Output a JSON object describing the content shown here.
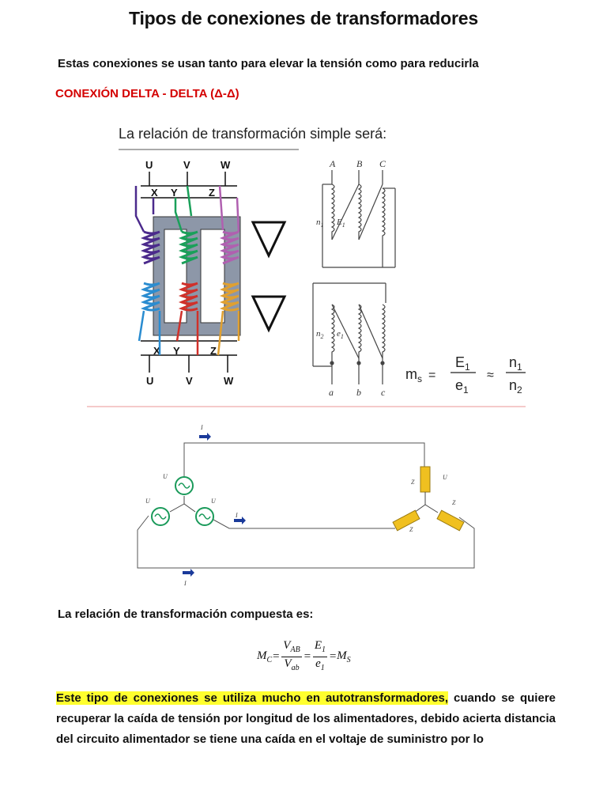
{
  "doc": {
    "title": "Tipos de conexiones de transformadores",
    "subtitle": "Estas conexiones se usan tanto para elevar la tensión como para reducirla",
    "section_heading": "CONEXIÓN DELTA - DELTA (Δ-Δ)",
    "relation_label": "La relación de transformación compuesta es:",
    "paragraph_highlight": "Este tipo de conexiones se utiliza mucho en autotransformadores,",
    "paragraph_rest": " cuando se quiere recuperar la caída de tensión por longitud de los alimentadores, debido acierta distancia del circuito alimentador se tiene una caída en el voltaje de suministro por lo"
  },
  "figure1": {
    "heading": "La relación de transformación simple será:",
    "top_labels": [
      "U",
      "V",
      "W"
    ],
    "top_inner_labels": [
      "X",
      "Y",
      "Z"
    ],
    "bottom_inner_labels": [
      "X",
      "Y",
      "Z"
    ],
    "bottom_labels": [
      "U",
      "V",
      "W"
    ],
    "primary_labels": [
      "A",
      "B",
      "C"
    ],
    "secondary_labels": [
      "a",
      "b",
      "c"
    ],
    "n1": "n",
    "n1_sub": "1",
    "E1": "E",
    "E1_sub": "1",
    "n2": "n",
    "n2_sub": "2",
    "e1": "e",
    "e1_sub": "1",
    "ms": "m",
    "ms_sub": "s",
    "eq": "=",
    "approx": "≈",
    "colors": {
      "u": "#4b2a8c",
      "v": "#1aa05a",
      "w": "#b060b0",
      "lower_u": "#2a8cd0",
      "lower_w": "#e0a030",
      "core": "#8d97a8",
      "triangle": "#111111"
    }
  },
  "figure2": {
    "current_label": "I",
    "voltage_label": "U",
    "impedance_label": "Z",
    "colors": {
      "source": "#1a9a5a",
      "load": "#f0c020",
      "arrow": "#1a3a9a"
    }
  },
  "formula": {
    "lhs": "M",
    "lhs_sub": "C",
    "eq": "=",
    "f1_num": "V",
    "f1_num_sub": "AB",
    "f1_den": "V",
    "f1_den_sub": "ab",
    "f2_num": "E",
    "f2_num_sub": "1",
    "f2_den": "e",
    "f2_den_sub": "1",
    "rhs": "M",
    "rhs_sub": "S"
  }
}
